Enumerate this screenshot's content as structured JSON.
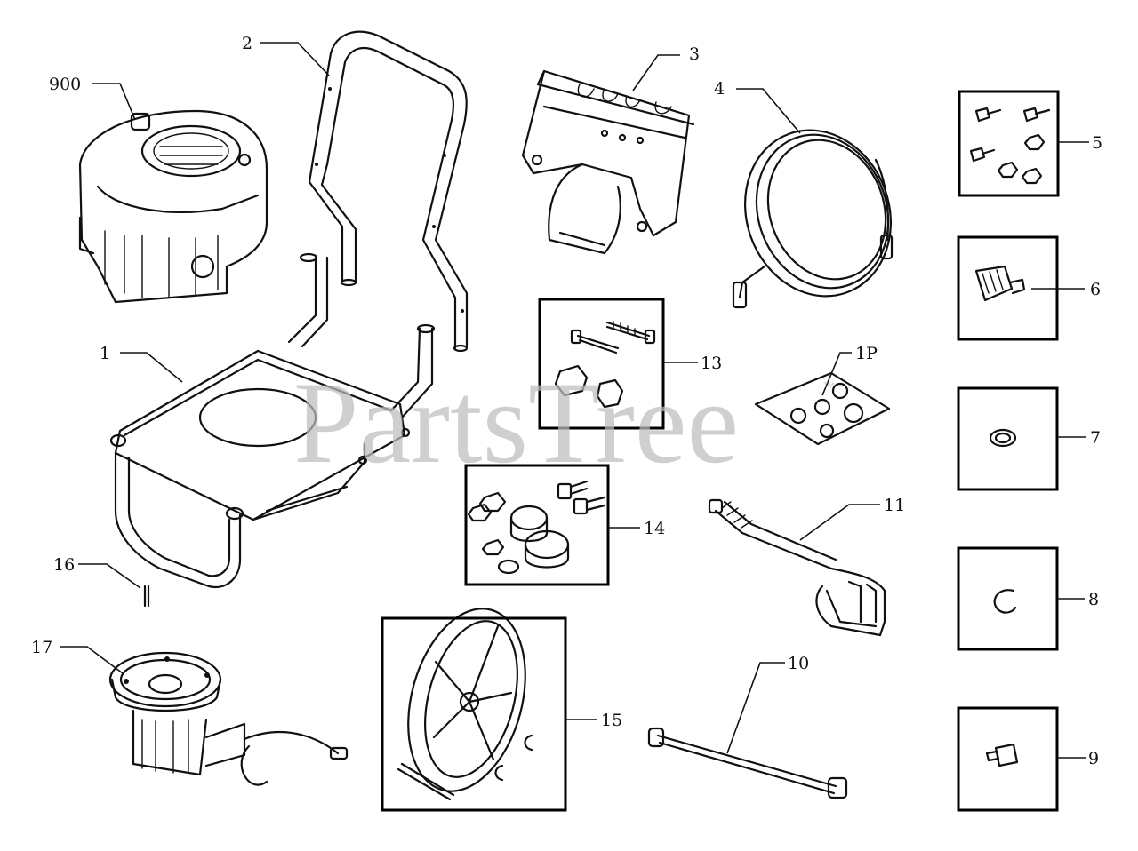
{
  "watermark": {
    "text": "PartsTree",
    "trademark": "™"
  },
  "callouts": {
    "engine": "900",
    "frame": "1",
    "handle": "2",
    "bracket": "3",
    "hose": "4",
    "hardware_bolts": "5",
    "nozzle": "6",
    "oring": "7",
    "clip": "8",
    "adapter": "9",
    "wand": "10",
    "spray_gun": "11",
    "frame_hardware": "13",
    "wheel_hardware": "14",
    "wheel_kit": "15",
    "pin": "16",
    "pump": "17",
    "nozzle_kit": "1P"
  }
}
